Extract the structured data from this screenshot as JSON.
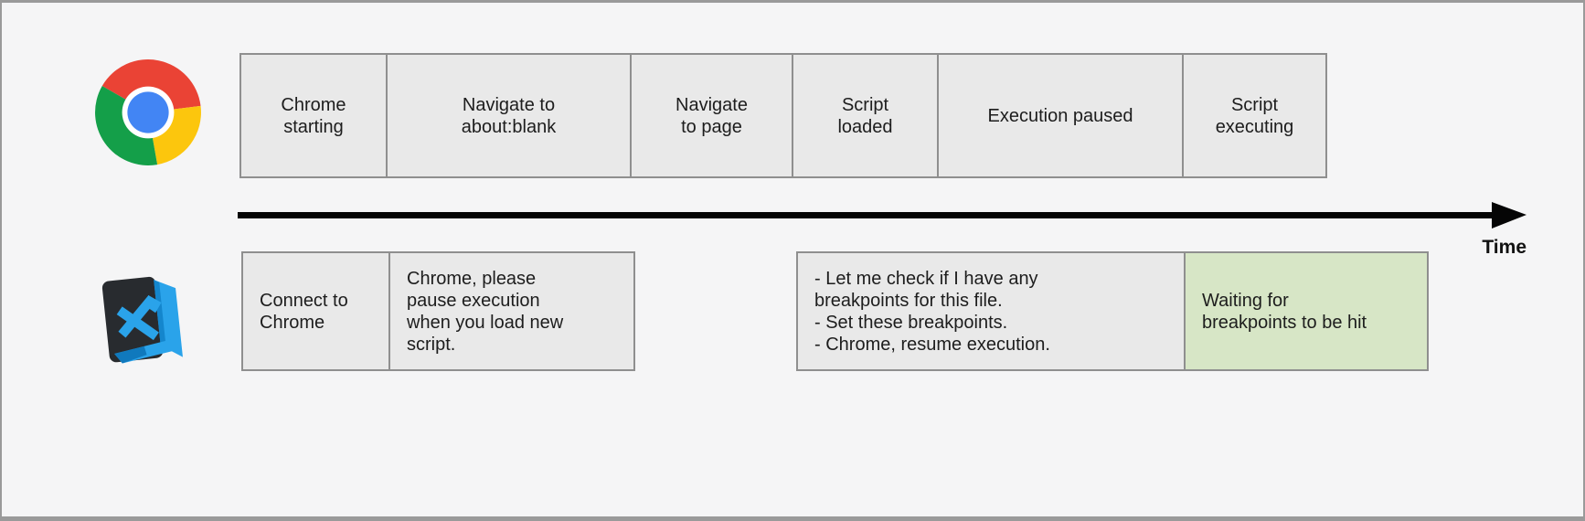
{
  "tracks": {
    "chrome": {
      "icon": "chrome-logo",
      "events": [
        {
          "label": "Chrome\nstarting"
        },
        {
          "label": "Navigate to\nabout:blank"
        },
        {
          "label": "Navigate\nto page"
        },
        {
          "label": "Script\nloaded"
        },
        {
          "label": "Execution paused"
        },
        {
          "label": "Script\nexecuting"
        }
      ]
    },
    "vscode": {
      "icon": "vscode-logo",
      "events": [
        {
          "label": "Connect to\nChrome"
        },
        {
          "label": "Chrome, please\npause execution\nwhen you load new\nscript."
        },
        {
          "label": "- Let me check if I have any\nbreakpoints for this file.\n- Set these breakpoints.\n- Chrome, resume execution."
        },
        {
          "label": "Waiting for\nbreakpoints to be hit",
          "highlighted": true
        }
      ]
    }
  },
  "timeline": {
    "label": "Time"
  },
  "colors": {
    "background": "#f5f5f6",
    "box_fill": "#e9e9e9",
    "box_border": "#8f8f8f",
    "highlight_fill": "#d7e6c6",
    "arrow": "#050505",
    "chrome_red": "#ea4335",
    "chrome_yellow": "#fcc60d",
    "chrome_green": "#149f49",
    "chrome_blue": "#4285f4",
    "vscode_blue": "#2aa3ea",
    "vscode_dark": "#282b2f"
  }
}
